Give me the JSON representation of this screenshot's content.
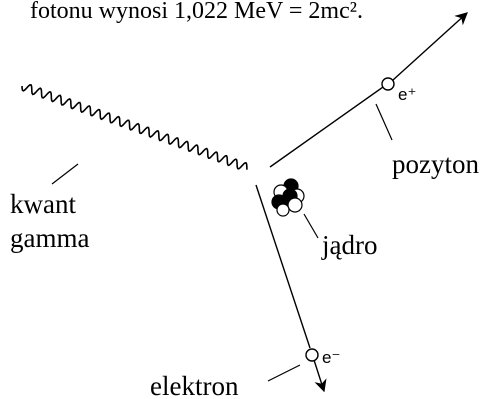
{
  "caption": {
    "text": "fotonu wynosi 1,022 MeV = 2mc²."
  },
  "labels": {
    "positron_symbol": "e⁺",
    "positron_name": "pozyton",
    "electron_symbol": "e⁻",
    "electron_name": "elektron",
    "gamma_line1": "kwant",
    "gamma_line2": "gamma",
    "nucleus": "jądro"
  },
  "icons": {
    "photon": "wavy-line",
    "nucleus": "nucleon-cluster",
    "particle": "small-circle",
    "direction": "arrow"
  },
  "colors": {
    "ink": "#000000",
    "background": "#ffffff"
  }
}
